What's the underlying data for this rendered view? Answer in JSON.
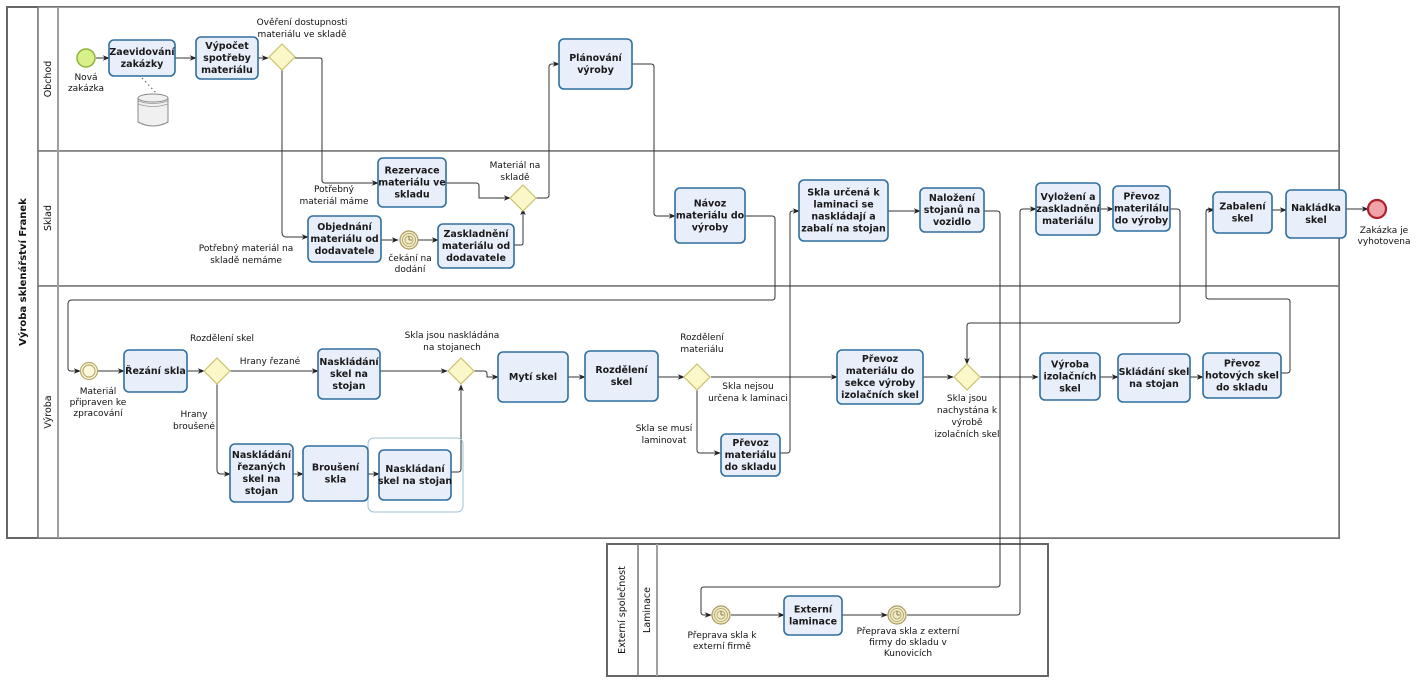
{
  "pool_main": {
    "title": "Výroba sklenářství Franek",
    "lanes": [
      "Obchod",
      "Sklad",
      "Výroba"
    ]
  },
  "pool_ext": {
    "title": "Externí společnost",
    "lanes": [
      "Laminace"
    ]
  },
  "events": {
    "start": [
      "Nová",
      "zakázka"
    ],
    "end": [
      "Zakázka je",
      "vyhotovena"
    ],
    "material_ready": [
      "Materiál",
      "připraven ke",
      "zpracování"
    ],
    "wait_delivery": [
      "čekání na",
      "dodání"
    ],
    "transport_to_ext": [
      "Přeprava skla k",
      "externí firmě"
    ],
    "transport_from_ext": [
      "Přeprava skla z externí",
      "firmy do skladu v",
      "Kunovicích"
    ]
  },
  "tasks": {
    "zaevidovani": [
      "Zaevidování",
      "zakázky"
    ],
    "vypocet": [
      "Výpočet",
      "spotřeby",
      "materiálu"
    ],
    "planovani": [
      "Plánování",
      "výroby"
    ],
    "rezervace": [
      "Rezervace",
      "materiálu ve",
      "skladu"
    ],
    "objednani": [
      "Objednání",
      "materiálu od",
      "dodavatele"
    ],
    "zaskladneni": [
      "Zaskladnění",
      "materiálu od",
      "dodavatele"
    ],
    "navoz": [
      "Návoz",
      "materiálu do",
      "výroby"
    ],
    "skla_laminace": [
      "Skla určená k",
      "laminaci se",
      "naskládají a",
      "zabalí na stojan"
    ],
    "nalozeni": [
      "Naložení",
      "stojanů na",
      "vozidlo"
    ],
    "vylozeni": [
      "Vyložení a",
      "zaskladnění",
      "materiálu"
    ],
    "prevoz_vyroby": [
      "Převoz",
      "materilálu",
      "do výroby"
    ],
    "zabaleni": [
      "Zabalení",
      "skel"
    ],
    "nakladka": [
      "Nakládka",
      "skel"
    ],
    "rezani": [
      "Řezání skla"
    ],
    "nasklad_stojan": [
      "Naskládání",
      "skel na",
      "stojan"
    ],
    "nasklad_rezanych": [
      "Naskládání",
      "řezaných",
      "skel na",
      "stojan"
    ],
    "brouseni": [
      "Broušení",
      "skla"
    ],
    "nasklad_stojan2": [
      "Naskládaní",
      "skel na stojan"
    ],
    "myti": [
      "Mytí skel"
    ],
    "rozdeleni": [
      "Rozdělení",
      "skel"
    ],
    "prevoz_skladu": [
      "Převoz",
      "materiálu",
      "do skladu"
    ],
    "prevoz_sekce": [
      "Převoz",
      "materiálu do",
      "sekce  výroby",
      "izolačních skel"
    ],
    "vyroba_izol": [
      "Výroba",
      "izolačních",
      "skel"
    ],
    "skladani": [
      "Skládání skel",
      "na stojan"
    ],
    "prevoz_hotovych": [
      "Převoz",
      "hotových skel",
      "do skladu"
    ],
    "externi_laminace": [
      "Externí",
      "laminace"
    ]
  },
  "gateways": {
    "overeni": [
      "Ověření dostupnosti",
      "materiálu ve skladě"
    ],
    "material_na_sklade": [
      "Materiál  na",
      "skladě"
    ],
    "rozdeleni_skel": [
      "Rozdělení skel"
    ],
    "naskladana": [
      "Skla jsou naskládána",
      "na stojanech"
    ],
    "rozdeleni_materialu": [
      "Rozdělení",
      "materiálu"
    ],
    "nachystana": [
      "Skla jsou",
      "nachystána k",
      "výrobě",
      "izolačních skel"
    ]
  },
  "flow_labels": {
    "mame": [
      "Potřebný",
      "materiál máme"
    ],
    "nemame": [
      "Potřebný materiál na",
      "skladě nemáme"
    ],
    "hrany_rezane": [
      "Hrany řezané"
    ],
    "hrany_brousene": [
      "Hrany",
      "broušené"
    ],
    "nejsou_laminaci": [
      "Skla nejsou",
      "určena k laminaci"
    ],
    "musi_laminovat": [
      "Skla se musí",
      "laminovat"
    ]
  },
  "colors": {
    "task_fill": "#e9eefb",
    "task_stroke": "#2f6f9f",
    "gateway_fill": "#fbf7c8",
    "start_fill": "#d6f08a",
    "end_fill": "#f0a4a8"
  }
}
